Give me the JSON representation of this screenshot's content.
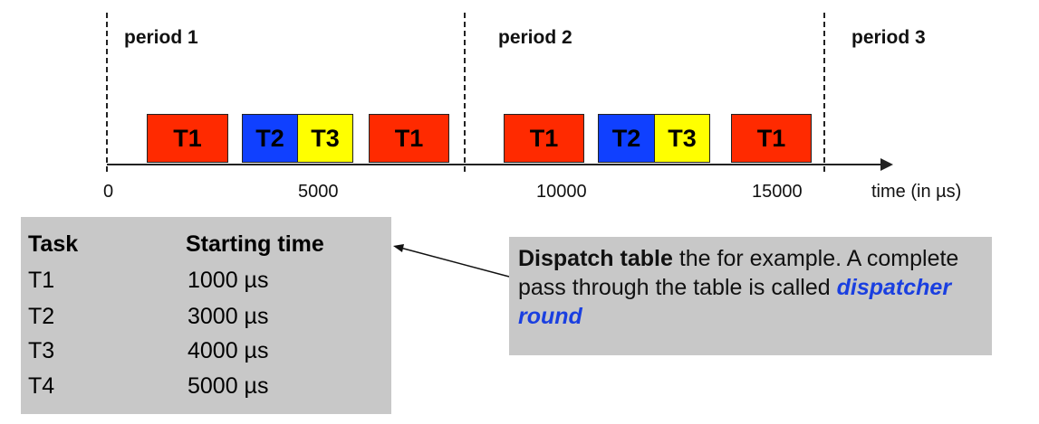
{
  "periods": [
    "period 1",
    "period 2",
    "period 3"
  ],
  "tasks_timeline": [
    {
      "label": "T1",
      "color": "#ff2a00"
    },
    {
      "label": "T2",
      "color": "#1040ff"
    },
    {
      "label": "T3",
      "color": "#ffff00"
    },
    {
      "label": "T1",
      "color": "#ff2a00"
    },
    {
      "label": "T1",
      "color": "#ff2a00"
    },
    {
      "label": "T2",
      "color": "#1040ff"
    },
    {
      "label": "T3",
      "color": "#ffff00"
    },
    {
      "label": "T1",
      "color": "#ff2a00"
    }
  ],
  "axis": {
    "ticks": [
      "0",
      "5000",
      "10000",
      "15000"
    ],
    "label": "time (in µs)"
  },
  "table": {
    "headers": [
      "Task",
      "Starting time"
    ],
    "rows": [
      [
        "T1",
        "1000 µs"
      ],
      [
        "T2",
        "3000 µs"
      ],
      [
        "T3",
        "4000 µs"
      ],
      [
        "T4",
        "5000 µs"
      ]
    ]
  },
  "note": {
    "bold": "Dispatch table",
    "text1": " the for example. A complete pass through the table is called ",
    "highlight": "dispatcher round"
  }
}
